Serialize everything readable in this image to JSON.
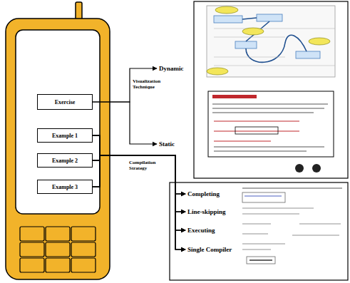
{
  "diagram": {
    "nodes": [
      {
        "text": [
          "Exercise"
        ]
      },
      {
        "text": [
          "Example 1"
        ]
      },
      {
        "text": [
          "Example 2"
        ]
      },
      {
        "text": [
          "Example 3"
        ]
      },
      {
        "text": [
          "Dynamic"
        ]
      },
      {
        "text": [
          "Static"
        ]
      },
      {
        "text": [
          "Completing"
        ]
      },
      {
        "text": [
          "Line-skipping"
        ]
      },
      {
        "text": [
          "Executing"
        ]
      },
      {
        "text": [
          "Single Compiler"
        ]
      }
    ],
    "edges": [
      {
        "from": 0,
        "to": 4,
        "arrow": "to",
        "label": "Visualization Technique"
      },
      {
        "from": 0,
        "to": 5,
        "arrow": "to"
      },
      {
        "from": 1,
        "to": 6,
        "arrow": "to",
        "label": "Compilation Strategy"
      },
      {
        "from": 1,
        "to": 7,
        "arrow": "to"
      },
      {
        "from": 1,
        "to": 8,
        "arrow": "to"
      },
      {
        "from": 1,
        "to": 9,
        "arrow": "to"
      },
      {
        "from": 2,
        "to": 6,
        "arrow": "to"
      },
      {
        "from": 2,
        "to": 7,
        "arrow": "to"
      },
      {
        "from": 2,
        "to": 8,
        "arrow": "to"
      },
      {
        "from": 2,
        "to": 9,
        "arrow": "to"
      },
      {
        "from": 3,
        "to": 6,
        "arrow": "to"
      },
      {
        "from": 3,
        "to": 7,
        "arrow": "to"
      },
      {
        "from": 3,
        "to": 8,
        "arrow": "to"
      },
      {
        "from": 3,
        "to": 9,
        "arrow": "to"
      }
    ]
  }
}
